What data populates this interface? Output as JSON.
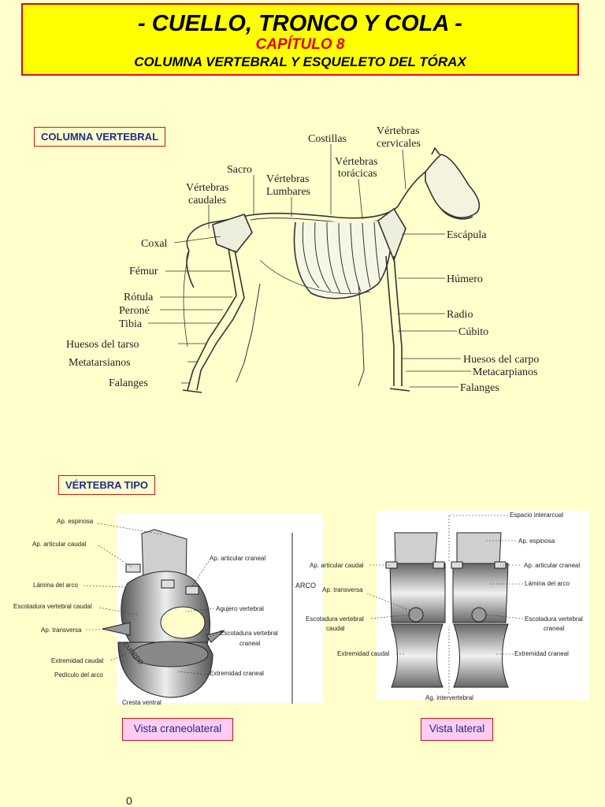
{
  "header": {
    "title": "- CUELLO, TRONCO Y COLA -",
    "chapter": "CAPÍTULO 8",
    "subtitle": "COLUMNA VERTEBRAL Y ESQUELETO DEL TÓRAX"
  },
  "section1": {
    "label": "COLUMNA VERTEBRAL",
    "skeleton_labels": {
      "costillas": "Costillas",
      "vert_cerv_1": "Vértebras",
      "vert_cerv_2": "cervicales",
      "sacro": "Sacro",
      "vert_lumb_1": "Vértebras",
      "vert_lumb_2": "Lumbares",
      "vert_tor_1": "Vértebras",
      "vert_tor_2": "torácicas",
      "vert_caud_1": "Vértebras",
      "vert_caud_2": "caudales",
      "coxal": "Coxal",
      "escapula": "Escápula",
      "femur": "Fémur",
      "humero": "Húmero",
      "rotula": "Rótula",
      "perone": "Peroné",
      "tibia": "Tibia",
      "radio": "Radio",
      "cubito": "Cúbito",
      "tarso": "Huesos del tarso",
      "carpo": "Huesos del carpo",
      "metatarsianos": "Metatarsianos",
      "metacarpianos": "Metacarpianos",
      "falanges_l": "Falanges",
      "falanges_r": "Falanges"
    }
  },
  "section2": {
    "label": "VÉRTEBRA TIPO",
    "left_labels": {
      "ap_espinosa": "Ap. espinosa",
      "ap_art_caudal": "Ap. articular caudal",
      "ap_art_craneal": "Ap. articular craneal",
      "lamina": "Lámina del arco",
      "escot_caudal": "Escotadura vertebral caudal",
      "agujero": "Agujero vertebral",
      "ap_transversa": "Ap. transversa",
      "escot_craneal_1": "Escotadura vertebral",
      "escot_craneal_2": "craneal",
      "ext_caudal": "Extremidad caudal",
      "cuerpo": "CUERPO",
      "pediculo": "Pedículo del arco",
      "ext_craneal": "Extremidad  craneal",
      "cresta": "Cresta ventral"
    },
    "arco": "ARCO",
    "right_labels": {
      "espacio": "Espacio interarcual",
      "ap_espinosa": "Ap. espinosa",
      "ap_art_caudal": "Ap. articular caudal",
      "ap_art_craneal": "Ap. articular craneal",
      "lamina": "Lámina del arco",
      "ap_transversa": "Ap. transversa",
      "escot_caudal_1": "Escotadura vertebral",
      "escot_caudal_2": "caudal",
      "escot_craneal_1": "Escotadura vertebral",
      "escot_craneal_2": "craneal",
      "ext_caudal": "Extremidad caudal",
      "ext_craneal": "Extremidad craneal",
      "ag_intervertebral": "Ag. intervertebral"
    },
    "caption_left": "Vista craneolateral",
    "caption_right": "Vista lateral"
  },
  "page_number": "0",
  "colors": {
    "background": "#ffffcc",
    "header_bg": "#ffff00",
    "border_red": "#c81818",
    "label_blue": "#1e2a8c",
    "caption_pink": "#ffccf2"
  }
}
